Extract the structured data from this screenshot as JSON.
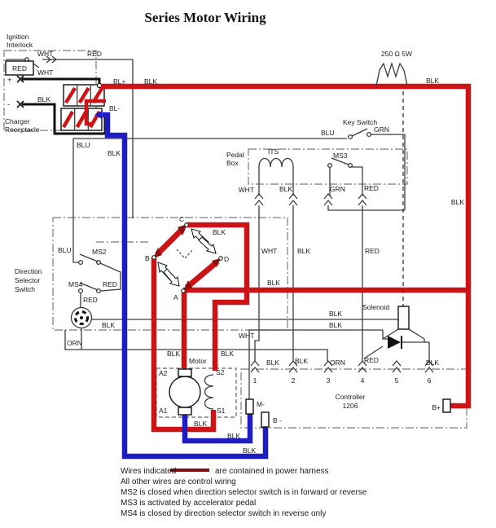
{
  "colors": {
    "power_red": "#cc1417",
    "power_blue": "#1d1dc1",
    "control_wire": "#3c3c3c",
    "box_outline": "#7a7a7a",
    "legend_line": "#7d1212"
  },
  "title": "Series Motor Wiring",
  "labels": {
    "ignition1": "Ignition",
    "ignition2": "Interlock",
    "red_box": "RED",
    "wht_interlock": "WHT",
    "red_interlock": "RED",
    "wht_charger": "WHT",
    "plus_mark": "+",
    "minus_mark": "-",
    "blk_charger": "BLK",
    "charger1": "Charger",
    "charger2": "Receptacle",
    "bl_plus": "BL+",
    "blk_battery": "BLK",
    "bl_minus": "BL-",
    "resistor": "250 Ω 5W",
    "blk_resistor": "BLK",
    "blk_right": "BLK",
    "key_switch": "Key Switch",
    "blu_key": "BLU",
    "grn_key": "GRN",
    "blu_bus": "BLU",
    "blk_bus": "BLK",
    "pedal1": "Pedal",
    "pedal2": "Box",
    "its": "ITS",
    "ms3": "MS3",
    "wht_pedal": "WHT",
    "blk_pedal": "BLK",
    "grn_pedal": "GRN",
    "red_pedal": "RED",
    "wht_mid": "WHT",
    "blk_mid": "BLK",
    "red_mid": "RED",
    "dir1": "Direction",
    "dir2": "Selector",
    "dir3": "Switch",
    "blu_ms2": "BLU",
    "ms2": "MS2",
    "ms4": "MS4",
    "red_ms4": "RED",
    "red_buzzer": "RED",
    "blk_buzzer": "BLK",
    "orn_dir": "ORN",
    "c": "C",
    "b": "B",
    "d": "D",
    "a": "A",
    "blk_c_wire": "BLK",
    "blk_a_wire": "BLK",
    "solenoid": "Solenoid",
    "blk_sol1": "BLK",
    "blk_sol2": "BLK",
    "blk_a2": "BLK",
    "motor": "Motor",
    "blk_s2": "BLK",
    "a2": "A2",
    "s2": "S2",
    "a1": "A1",
    "s1": "S1",
    "blk_s1": "BLK",
    "wht_ctrl": "WHT",
    "pin1_lbl": "BLK",
    "pin2_lbl": "BLK",
    "pin3_lbl": "ORN",
    "pin4_lbl": "RED",
    "pin6_lbl": "BLK",
    "m_minus": "M-",
    "b_minus": "B -",
    "b_plus": "B+",
    "blk_blue1": "BLK",
    "blk_blue2": "BLK"
  },
  "controller": {
    "line1": "Controller",
    "line2": "1206",
    "pins": [
      "1",
      "2",
      "3",
      "4",
      "5",
      "6"
    ]
  },
  "legend": {
    "l1a": "Wires indicated",
    "l1b": "are contained in power harness",
    "l2": "All other wires are control wiring",
    "l3": "MS2 is closed when direction sel­ector switch is in forward or reverse",
    "l4": "MS3 is activated by accelerator pedal",
    "l5": "MS4 is closed by direction selector switch in reverse only"
  }
}
